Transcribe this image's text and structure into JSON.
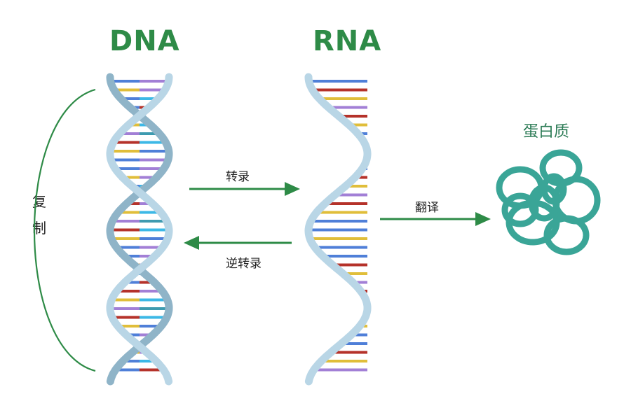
{
  "dna_title": "DNA",
  "rna_title": "RNA",
  "protein_label": "蛋白质",
  "replication_label": [
    "复",
    "制"
  ],
  "transcription_label": "转录",
  "reverse_transcription_label": "逆转录",
  "translation_label": "翻译",
  "colors": {
    "title_green": "#2e8b47",
    "arrow_green": "#2e8b47",
    "backbone": "#b9d6e6",
    "backbone_dark": "#8fb4c8",
    "protein": "#3aa597",
    "base_purple": "#a27fd6",
    "base_blue": "#4f7fd8",
    "base_yellow": "#e0be3a",
    "base_red": "#b5322a",
    "base_cyan": "#3cb8e6",
    "base_teal": "#3e9bb0"
  }
}
